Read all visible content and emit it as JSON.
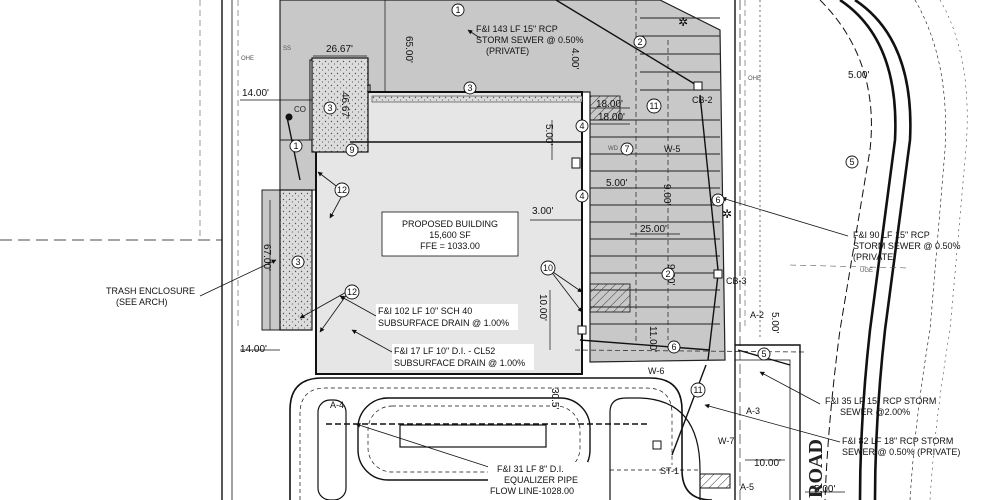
{
  "building": {
    "title": "PROPOSED BUILDING",
    "area": "15,600 SF",
    "ffe": "FFE = 1033.00"
  },
  "callouts": {
    "storm_143": [
      "F&I 143 LF 15\" RCP",
      "STORM SEWER @ 0.50%",
      "(PRIVATE)"
    ],
    "storm_90": [
      "F&I 90 LF 15\" RCP",
      "STORM SEWER @ 0.50%",
      "(PRIVATE)"
    ],
    "trash": [
      "TRASH ENCLOSURE",
      "(SEE ARCH)"
    ],
    "drain_102": [
      "F&I 102 LF 10\" SCH 40",
      "SUBSURFACE DRAIN @ 1.00%"
    ],
    "drain_17": [
      "F&I 17 LF 10\" D.I. - CL52",
      "SUBSURFACE DRAIN @ 1.00%"
    ],
    "storm_35": [
      "F&I 35 LF 15\" RCP STORM",
      "SEWER @2.00%"
    ],
    "storm_82": [
      "F&I 82 LF 18\" RCP STORM",
      "SEWER @ 0.50% (PRIVATE)"
    ],
    "equalizer": [
      "F&I 31 LF 8\" D.I.",
      "EQUALIZER PIPE",
      "FLOW LINE-1028.00"
    ]
  },
  "dimensions": {
    "d65": "65.00'",
    "d4": "4.00'",
    "d2667": "26.67'",
    "d4667": "46.67'",
    "d14a": "14.00'",
    "d14b": "14.00'",
    "d18a": "18.00'",
    "d18b": "18.00'",
    "d5a": "5.00'",
    "d5b": "5.00'",
    "d5c": "5.00'",
    "d5d": "5.00'",
    "d5e": "5.00'",
    "d3": "3.00'",
    "d25": "25.00'",
    "d9a": "9.00'",
    "d9b": "9.00'",
    "d67": "67.00'",
    "d10a": "10.00'",
    "d10b": "10.00'",
    "d11": "11.00'",
    "d305": "30.5'"
  },
  "structures": {
    "cb2": "CB-2",
    "cb3": "CB-3",
    "w5": "W-5",
    "w6": "W-6",
    "w7": "W-7",
    "a2": "A-2",
    "a3": "A-3",
    "a4": "A-4",
    "a5": "A-5",
    "st1": "ST-1",
    "co": "CO"
  },
  "road_label": "ROAD",
  "utility_labels": {
    "ohe": "OHE",
    "uge": "UGE",
    "ss": "SS",
    "wd": "WD"
  },
  "bubbles": {
    "n1": "1",
    "n2": "2",
    "n3": "3",
    "n4": "4",
    "n5": "5",
    "n6": "6",
    "n7": "7",
    "n9": "9",
    "n10": "10",
    "n11": "11",
    "n12": "12"
  },
  "colors": {
    "paving": "#c8c8c8",
    "building": "#e6e6e6",
    "ink": "#111111"
  }
}
